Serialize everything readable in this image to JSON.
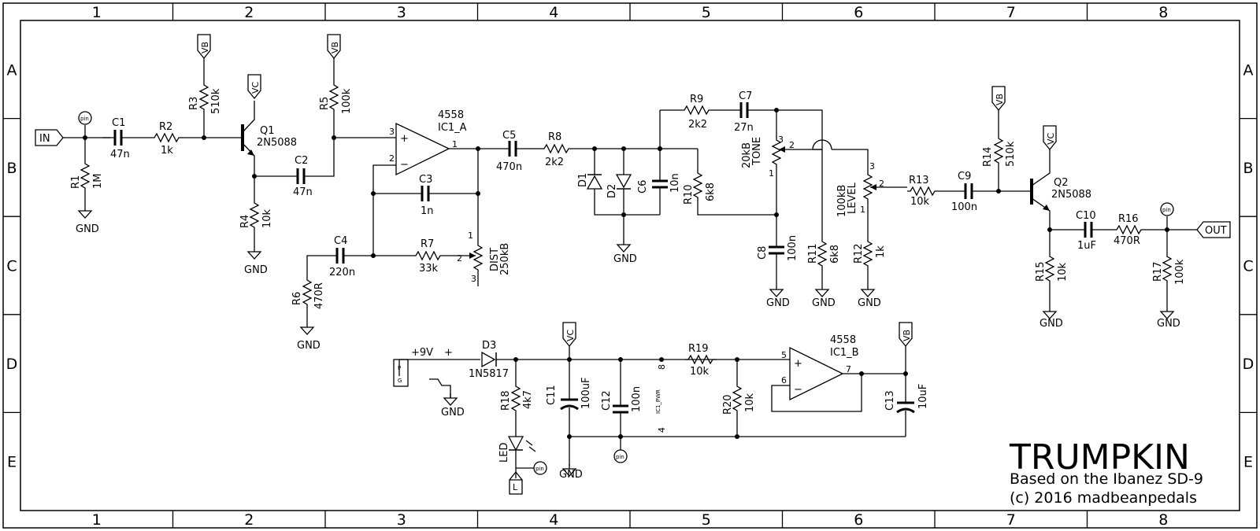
{
  "frame": {
    "columns": [
      "1",
      "2",
      "3",
      "4",
      "5",
      "6",
      "7",
      "8"
    ],
    "rows": [
      "A",
      "B",
      "C",
      "D",
      "E"
    ]
  },
  "title_block": {
    "title": "TRUMPKIN",
    "line1": "Based on the Ibanez SD-9",
    "line2": "(c) 2016 madbeanpedals"
  },
  "ports": {
    "in": "IN",
    "out": "OUT",
    "vb": "VB",
    "vc": "VC",
    "gnd": "GND",
    "pin": "pin",
    "l": "L"
  },
  "components": {
    "r1": {
      "ref": "R1",
      "val": "1M"
    },
    "r2": {
      "ref": "R2",
      "val": "1k"
    },
    "r3": {
      "ref": "R3",
      "val": "510k"
    },
    "r4": {
      "ref": "R4",
      "val": "10k"
    },
    "r5": {
      "ref": "R5",
      "val": "100k"
    },
    "r6": {
      "ref": "R6",
      "val": "470R"
    },
    "r7": {
      "ref": "R7",
      "val": "33k"
    },
    "r8": {
      "ref": "R8",
      "val": "2k2"
    },
    "r9": {
      "ref": "R9",
      "val": "2k2"
    },
    "r10": {
      "ref": "R10",
      "val": "6k8"
    },
    "r11": {
      "ref": "R11",
      "val": "6k8"
    },
    "r12": {
      "ref": "R12",
      "val": "1k"
    },
    "r13": {
      "ref": "R13",
      "val": "10k"
    },
    "r14": {
      "ref": "R14",
      "val": "510k"
    },
    "r15": {
      "ref": "R15",
      "val": "10k"
    },
    "r16": {
      "ref": "R16",
      "val": "470R"
    },
    "r17": {
      "ref": "R17",
      "val": "100k"
    },
    "r18": {
      "ref": "R18",
      "val": "4k7"
    },
    "r19": {
      "ref": "R19",
      "val": "10k"
    },
    "r20": {
      "ref": "R20",
      "val": "10k"
    },
    "c1": {
      "ref": "C1",
      "val": "47n"
    },
    "c2": {
      "ref": "C2",
      "val": "47n"
    },
    "c3": {
      "ref": "C3",
      "val": "1n"
    },
    "c4": {
      "ref": "C4",
      "val": "220n"
    },
    "c5": {
      "ref": "C5",
      "val": "470n"
    },
    "c6": {
      "ref": "C6",
      "val": "10n"
    },
    "c7": {
      "ref": "C7",
      "val": "27n"
    },
    "c8": {
      "ref": "C8",
      "val": "100n"
    },
    "c9": {
      "ref": "C9",
      "val": "100n"
    },
    "c10": {
      "ref": "C10",
      "val": "1uF"
    },
    "c11": {
      "ref": "C11",
      "val": "100uF"
    },
    "c12": {
      "ref": "C12",
      "val": "100n"
    },
    "c13": {
      "ref": "C13",
      "val": "10uF"
    },
    "q1": {
      "ref": "Q1",
      "val": "2N5088"
    },
    "q2": {
      "ref": "Q2",
      "val": "2N5088"
    },
    "d1": {
      "ref": "D1"
    },
    "d2": {
      "ref": "D2"
    },
    "d3": {
      "ref": "D3",
      "val": "1N5817"
    },
    "led": {
      "ref": "LED"
    },
    "ic1a": {
      "ref": "IC1_A",
      "val": "4558"
    },
    "ic1b": {
      "ref": "IC1_B",
      "val": "4558"
    },
    "dist": {
      "ref": "DIST",
      "val": "250kB"
    },
    "tone": {
      "ref": "TONE",
      "val": "20kB"
    },
    "level": {
      "ref": "LEVEL",
      "val": "100kB"
    },
    "supply": {
      "label": "+9V",
      "plus": "+",
      "p": "P",
      "g": "G"
    },
    "ic_pwr": {
      "pin4": "4",
      "pin8": "8",
      "label": "IC1_PWR"
    }
  },
  "pins": {
    "ic1a_in_plus": "3",
    "ic1a_in_minus": "2",
    "ic1a_out": "1",
    "ic1b_in_plus": "5",
    "ic1b_in_minus": "6",
    "ic1b_out": "7",
    "pot_1": "1",
    "pot_2": "2",
    "pot_3": "3",
    "plus": "+",
    "minus": "−"
  }
}
